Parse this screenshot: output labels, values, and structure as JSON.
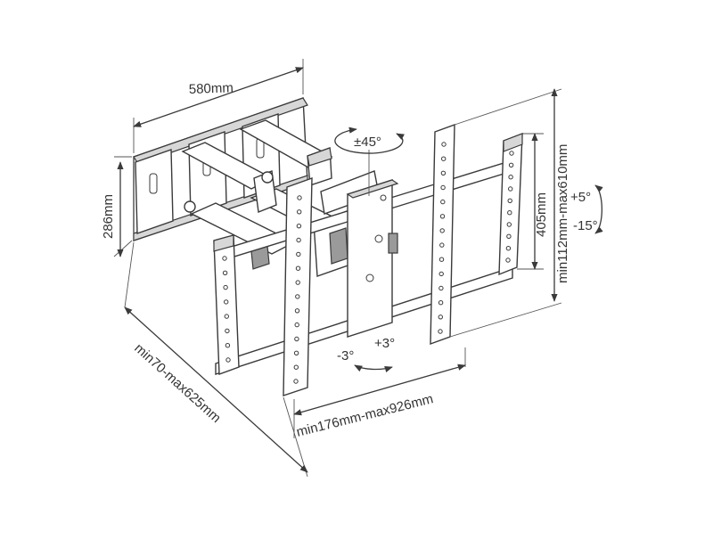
{
  "dimensions": {
    "width_label": "580mm",
    "height_label": "286mm",
    "depth_label": "min70-max625mm",
    "vesa_width_label": "min176mm-max926mm",
    "vesa_height_label": "405mm",
    "vertical_range_label": "min112mm-max610mm"
  },
  "rotation": {
    "swivel": "±45°",
    "tilt_up": "+5°",
    "tilt_down": "-15°",
    "level_minus": "-3°",
    "level_plus": "+3°"
  },
  "colors": {
    "line": "#3a3a3a",
    "shade": "#d7d7d7"
  }
}
